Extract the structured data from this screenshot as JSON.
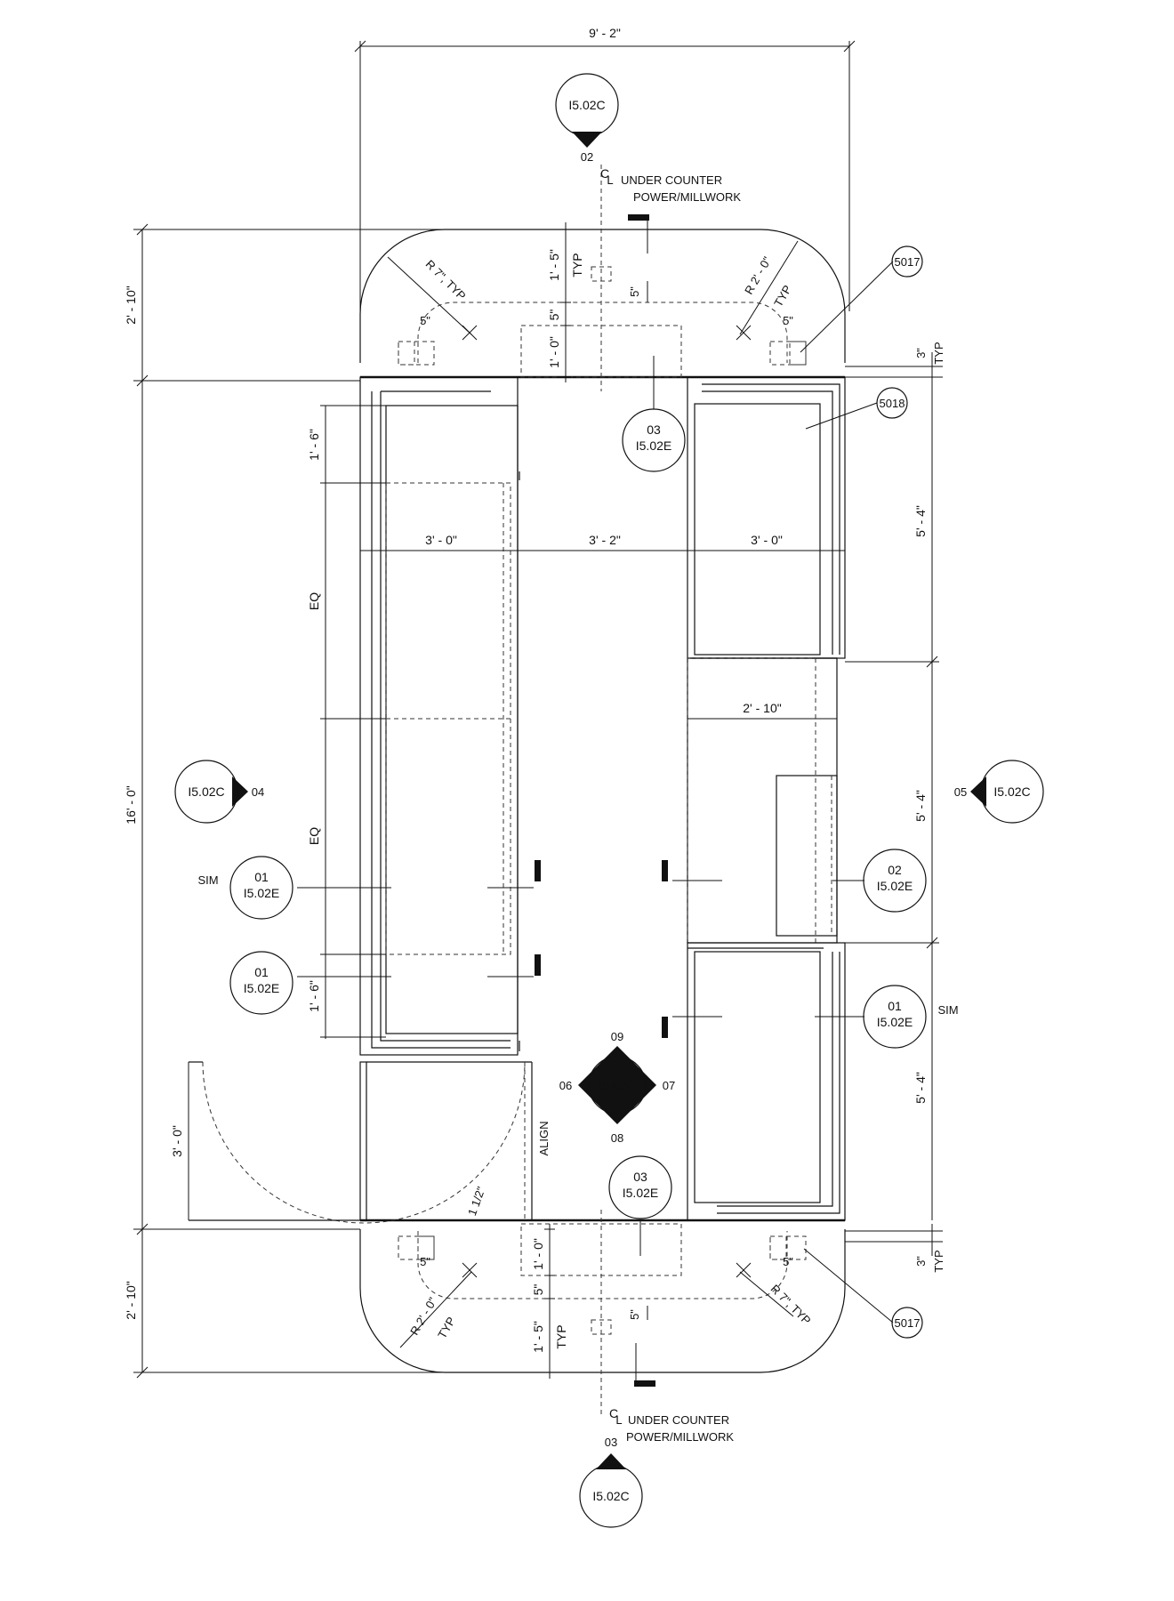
{
  "dims": {
    "overall_width": "9' - 2\"",
    "overall_length": "16' - 0\"",
    "end_top": "2' - 10\"",
    "end_bottom": "2' - 10\"",
    "top_1_5": "1' - 5\"",
    "top_5a": "5\"",
    "top_1_0": "1' - 0\"",
    "top_5_small": "5\"",
    "top_5_left": "5\"",
    "top_5_right": "5\"",
    "top_3": "3\"",
    "bot_1_5": "1' - 5\"",
    "bot_5a": "5\"",
    "bot_1_0": "1' - 0\"",
    "bot_5_small": "5\"",
    "bot_5_left": "5\"",
    "bot_5_right": "5\"",
    "bot_3": "3\"",
    "left_1_6_top": "1' - 6\"",
    "left_eq_top": "EQ",
    "left_eq_bot": "EQ",
    "left_1_6_bot": "1' - 6\"",
    "width_left": "3' - 0\"",
    "width_mid": "3' - 2\"",
    "width_right": "3' - 0\"",
    "right_5_4_a": "5' - 4\"",
    "right_5_4_b": "5' - 4\"",
    "right_5_4_c": "5' - 4\"",
    "inner_2_10": "2' - 10\"",
    "door_3_0": "3' - 0\"",
    "door_1_5": "1 1/2\""
  },
  "notes": {
    "typ": "TYP",
    "r7_top": "R 7\", TYP",
    "r2_top": "R 2' - 0\"",
    "typ_top_right": "TYP",
    "r2_bot": "R 2' - 0\"",
    "typ_bot_left": "TYP",
    "r7_bot": "R 7\", TYP",
    "cl": "C",
    "cl_sub": "L",
    "under_counter_1": "UNDER COUNTER",
    "under_counter_2": "POWER/MILLWORK",
    "align": "ALIGN",
    "sim": "SIM"
  },
  "tags": {
    "t5017": "5017",
    "t5018": "5018"
  },
  "elevations": {
    "sheet": "I5.02C",
    "top_num": "02",
    "bottom_num": "03",
    "left_num": "04",
    "right_num": "05",
    "center_top": "09",
    "center_bottom": "08",
    "center_left": "06",
    "center_right": "07"
  },
  "sections": {
    "sheet": "I5.02E",
    "sec_03": "03",
    "sec_01": "01",
    "sec_02": "02"
  }
}
